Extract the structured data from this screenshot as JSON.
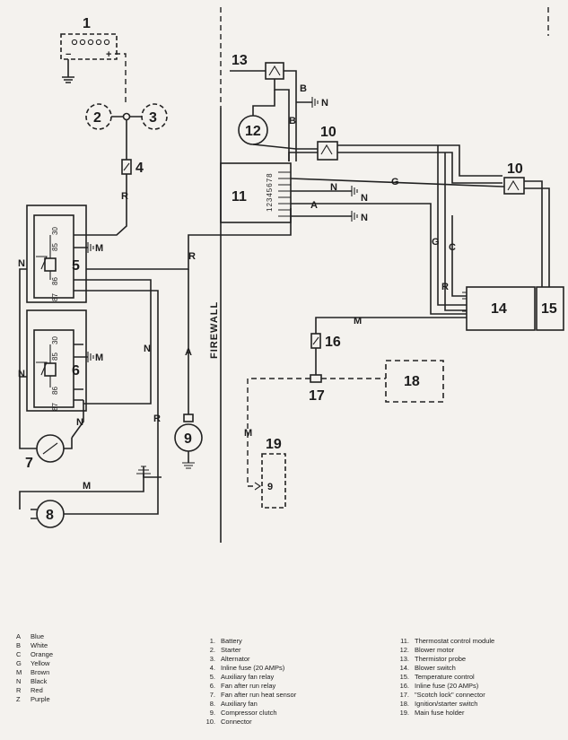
{
  "components": {
    "c1": "1",
    "c2": "2",
    "c3": "3",
    "c4": "4",
    "c5": "5",
    "c6": "6",
    "c7": "7",
    "c8": "8",
    "c9": "9",
    "c10a": "10",
    "c10b": "10",
    "c11": "11",
    "c12": "12",
    "c13": "13",
    "c14": "14",
    "c15": "15",
    "c16": "16",
    "c17": "17",
    "c18": "18",
    "c19": "19",
    "c19_pin": "9"
  },
  "labels": {
    "firewall": "FIREWALL",
    "battery_minus": "−",
    "battery_plus": "+",
    "module_pins": "12345678",
    "relay_pins": {
      "p30": "30",
      "p85": "85",
      "p86": "86",
      "p87": "87"
    },
    "wires": {
      "r_fuse": "R",
      "n_relay5": "N",
      "m_relay5": "M",
      "m_relay6": "M",
      "n_relay6": "N",
      "n_sensor": "N",
      "n_run": "N",
      "r_run": "R",
      "r_module": "R",
      "a_clutch": "A",
      "m_fan": "M",
      "b_upper": "B",
      "n_ground1": "N",
      "b_lower": "B",
      "n_ground2": "N",
      "g_probe": "G",
      "n_ground3": "N",
      "a_module": "A",
      "n_ground4": "N",
      "g_switch": "G",
      "c_switch": "C",
      "r_switch": "R",
      "m_fuse16": "M",
      "m_lock": "M"
    }
  },
  "color_key": [
    {
      "code": "A",
      "name": "Blue"
    },
    {
      "code": "B",
      "name": "White"
    },
    {
      "code": "C",
      "name": "Orange"
    },
    {
      "code": "G",
      "name": "Yellow"
    },
    {
      "code": "M",
      "name": "Brown"
    },
    {
      "code": "N",
      "name": "Black"
    },
    {
      "code": "R",
      "name": "Red"
    },
    {
      "code": "Z",
      "name": "Purple"
    }
  ],
  "component_list": [
    {
      "n": "1.",
      "name": "Battery"
    },
    {
      "n": "2.",
      "name": "Starter"
    },
    {
      "n": "3.",
      "name": "Alternator"
    },
    {
      "n": "4.",
      "name": "Inline fuse (20 AMPs)"
    },
    {
      "n": "5.",
      "name": "Auxiliary fan relay"
    },
    {
      "n": "6.",
      "name": "Fan after run relay"
    },
    {
      "n": "7.",
      "name": "Fan after run heat sensor"
    },
    {
      "n": "8.",
      "name": "Auxiliary fan"
    },
    {
      "n": "9.",
      "name": "Compressor clutch"
    },
    {
      "n": "10.",
      "name": "Connector"
    },
    {
      "n": "11.",
      "name": "Thermostat control module"
    },
    {
      "n": "12.",
      "name": "Blower motor"
    },
    {
      "n": "13.",
      "name": "Thermistor probe"
    },
    {
      "n": "14.",
      "name": "Blower switch"
    },
    {
      "n": "15.",
      "name": "Temperature control"
    },
    {
      "n": "16.",
      "name": "Inline fuse (20 AMPs)"
    },
    {
      "n": "17.",
      "name": "\"Scotch lock\" connector"
    },
    {
      "n": "18.",
      "name": "Ignition/starter switch"
    },
    {
      "n": "19.",
      "name": "Main fuse holder"
    }
  ]
}
